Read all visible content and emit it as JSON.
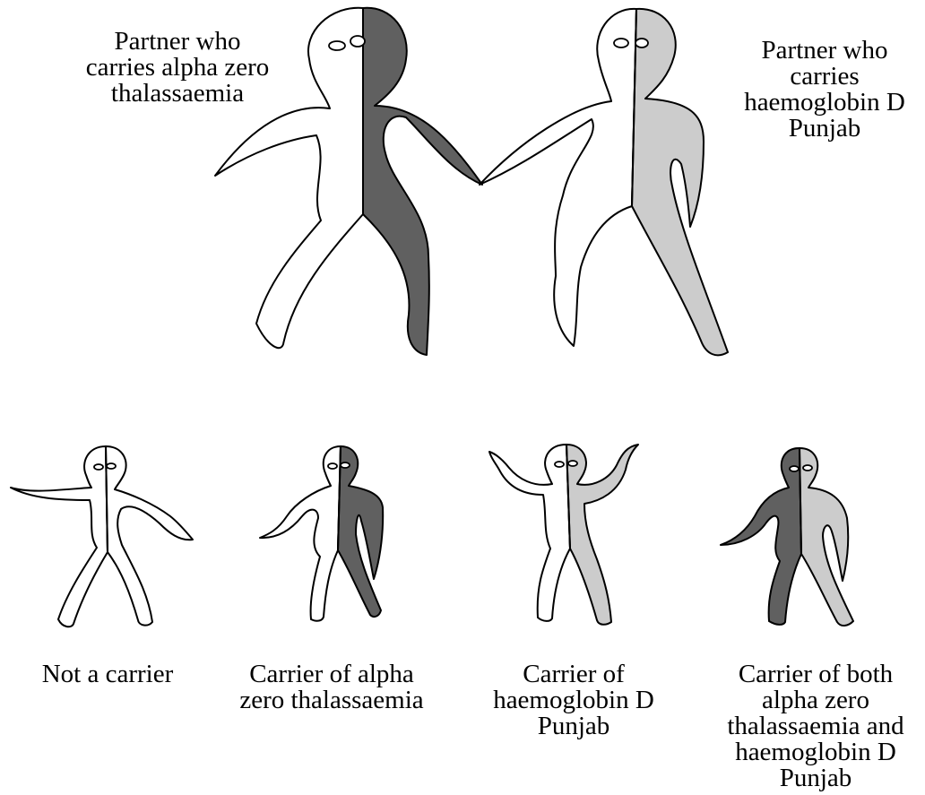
{
  "colors": {
    "alpha_zero_thalassaemia": "#606060",
    "haemoglobin_d_punjab": "#cccccc",
    "non_carrier": "#ffffff",
    "outline": "#000000"
  },
  "parents": {
    "left": {
      "label": "Partner who\ncarries alpha zero\nthalassaemia",
      "left_half": "non_carrier",
      "right_half": "alpha_zero_thalassaemia"
    },
    "right": {
      "label": "Partner who\ncarries\nhaemoglobin D\nPunjab",
      "left_half": "non_carrier",
      "right_half": "haemoglobin_d_punjab"
    }
  },
  "children": [
    {
      "label": "Not a carrier",
      "left_half": "non_carrier",
      "right_half": "non_carrier"
    },
    {
      "label": "Carrier of alpha\nzero thalassaemia",
      "left_half": "non_carrier",
      "right_half": "alpha_zero_thalassaemia"
    },
    {
      "label": "Carrier of\nhaemoglobin D\nPunjab",
      "left_half": "non_carrier",
      "right_half": "haemoglobin_d_punjab"
    },
    {
      "label": "Carrier of both\nalpha zero\nthalassaemia and\nhaemoglobin D\nPunjab",
      "left_half": "alpha_zero_thalassaemia",
      "right_half": "haemoglobin_d_punjab"
    }
  ]
}
